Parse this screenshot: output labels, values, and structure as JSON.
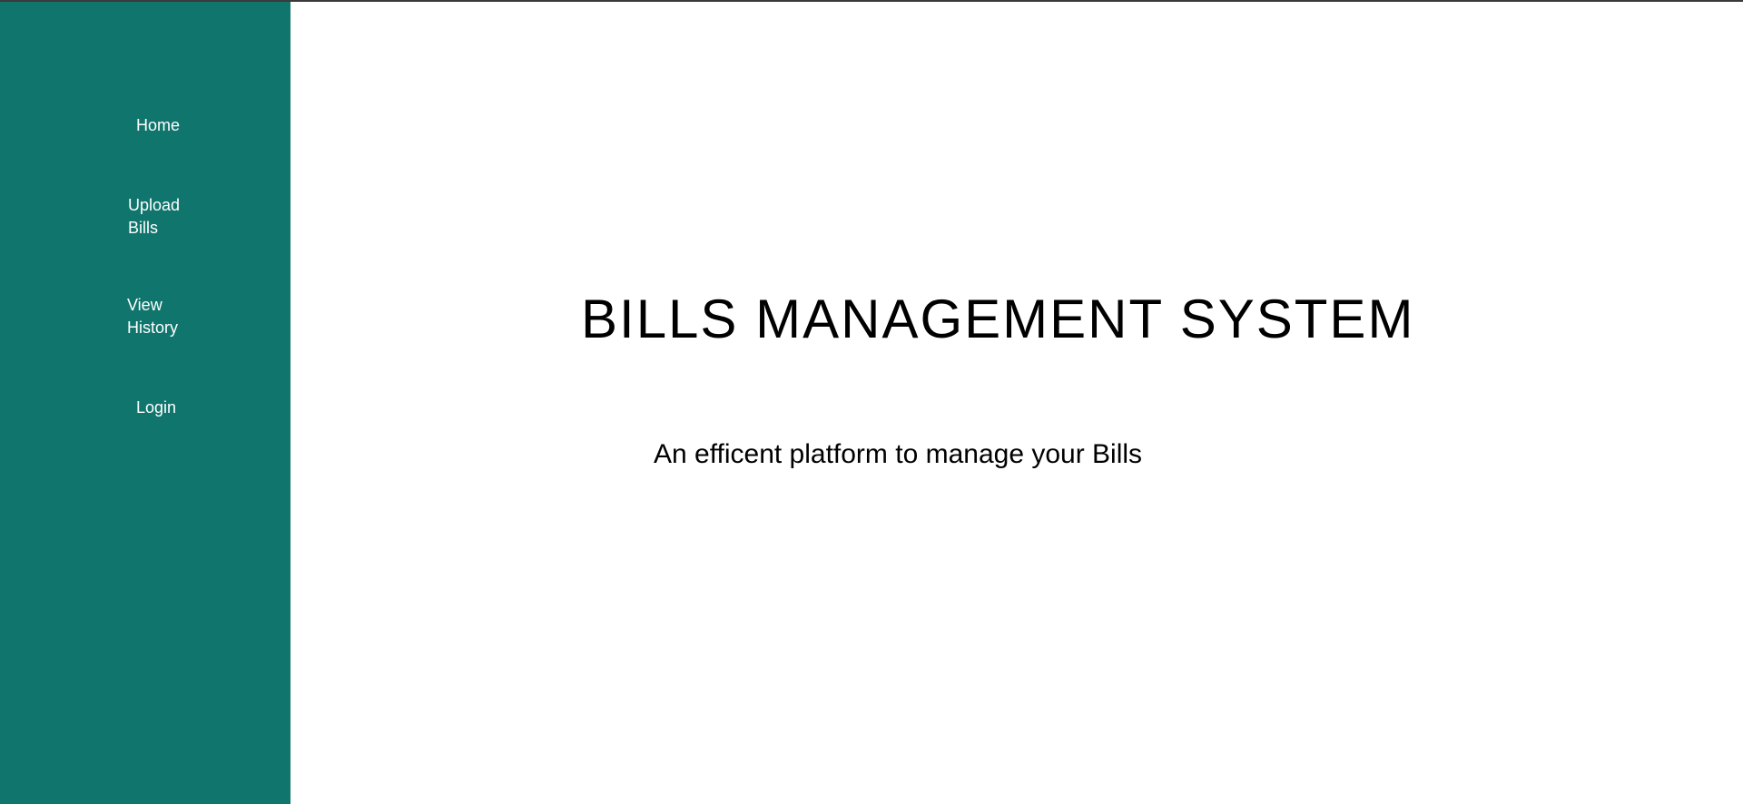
{
  "sidebar": {
    "items": [
      {
        "label": "Home"
      },
      {
        "label": "Upload Bills"
      },
      {
        "label": "View History"
      },
      {
        "label": "Login"
      }
    ]
  },
  "main": {
    "title": "BILLS MANAGEMENT SYSTEM",
    "tagline": "An efficent platform to manage your Bills"
  },
  "colors": {
    "sidebar_bg": "#10766d",
    "main_bg": "#ffffff",
    "nav_text": "#ffffff",
    "text": "#000000"
  }
}
